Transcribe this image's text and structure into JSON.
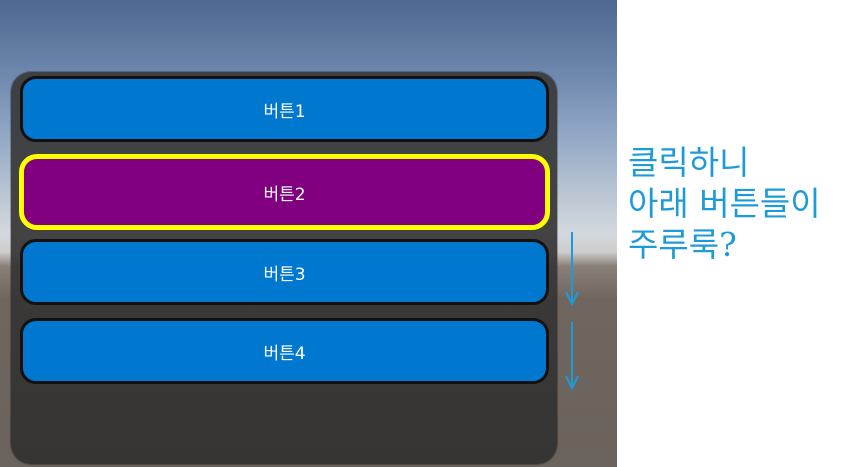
{
  "buttons": [
    {
      "label": "버튼1",
      "state": "normal"
    },
    {
      "label": "버튼2",
      "state": "selected"
    },
    {
      "label": "버튼3",
      "state": "normal"
    },
    {
      "label": "버튼4",
      "state": "normal"
    }
  ],
  "annotation": {
    "lines": [
      "클릭하니",
      "아래 버튼들이",
      "주루룩?"
    ]
  },
  "colors": {
    "button_fill": "#0078d0",
    "selected_fill": "#800080",
    "selected_outline": "#ffff00",
    "annotation_text": "#1e9bd7",
    "arrow": "#1e9bd7"
  },
  "icons": [
    "down-arrow-icon",
    "down-arrow-icon"
  ]
}
